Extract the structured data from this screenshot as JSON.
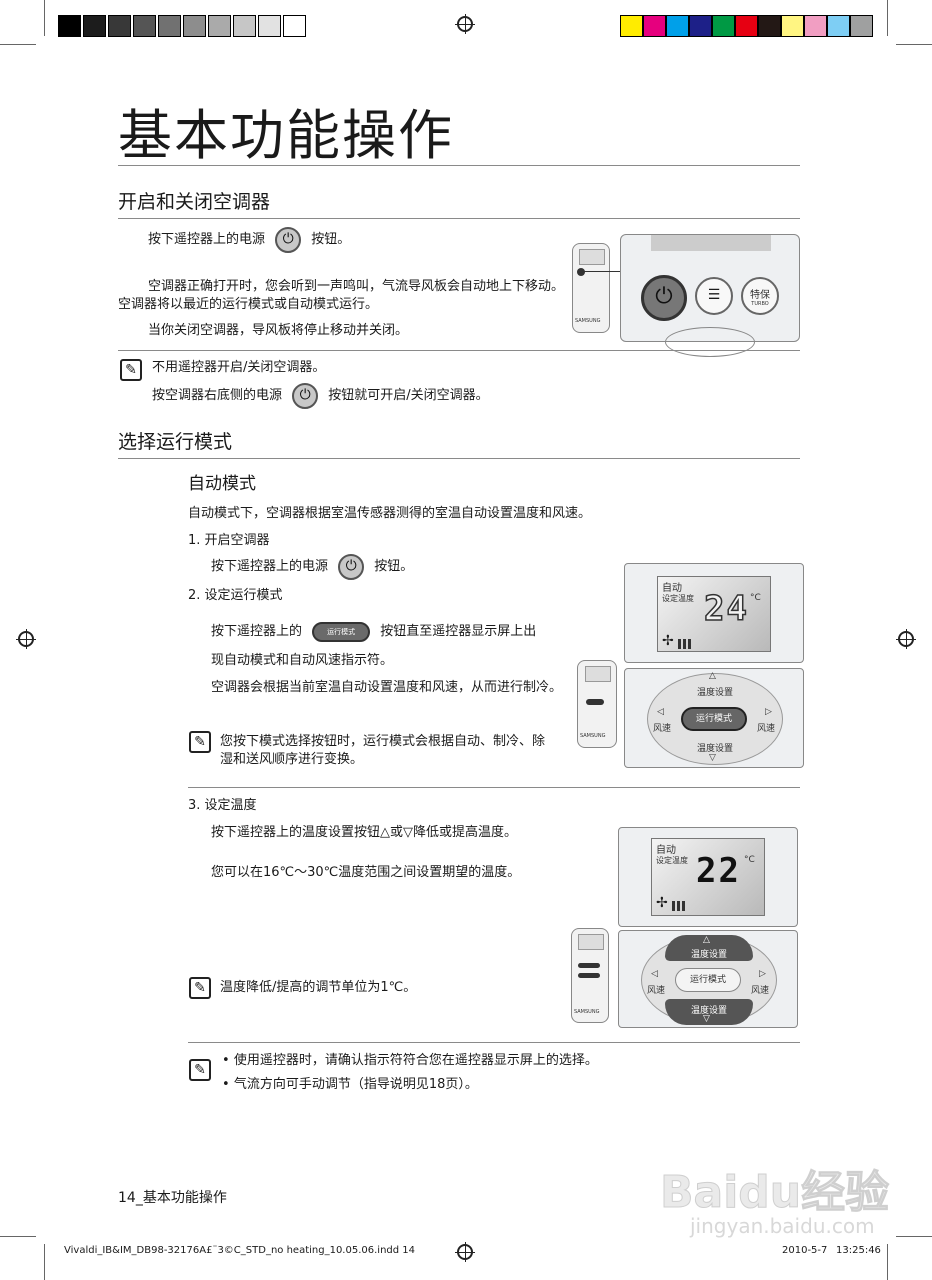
{
  "page_title": "基本功能操作",
  "section_power": {
    "heading": "开启和关闭空调器",
    "line1_before": "按下遥控器上的电源",
    "line1_after": "按钮。",
    "para1": "空调器正确打开时，您会听到一声鸣叫，气流导风板会自动地上下移动。空调器将以最近的运行模式或自动模式运行。",
    "para2": "当你关闭空调器，导风板将停止移动并关闭。",
    "note_title": "不用遥控器开启/关闭空调器。",
    "note_before": "按空调器右底侧的电源",
    "note_after": "按钮就可开启/关闭空调器。",
    "panel_turbo_top": "特保",
    "panel_turbo_bottom": "TURBO",
    "remote_brand": "SAMSUNG"
  },
  "section_mode": {
    "heading": "选择运行模式",
    "subheading": "自动模式",
    "intro": "自动模式下，空调器根据室温传感器测得的室温自动设置温度和风速。",
    "step1_title": "1.  开启空调器",
    "step1_before": "按下遥控器上的电源",
    "step1_after": "按钮。",
    "step2_title": "2.  设定运行模式",
    "step2_before": "按下遥控器上的",
    "step2_pill": "运行模式",
    "step2_after": "按钮直至遥控器显示屏上出",
    "step2_line2": "现自动模式和自动风速指示符。",
    "step2_para": "空调器会根据当前室温自动设置温度和风速，从而进行制冷。",
    "step2_note": "您按下模式选择按钮时，运行模式会根据自动、制冷、除湿和送风顺序进行变换。",
    "step3_title": "3.  设定温度",
    "step3_para1": "按下遥控器上的温度设置按钮△或▽降低或提高温度。",
    "step3_para2": "您可以在16℃～30℃温度范围之间设置期望的温度。",
    "step3_note": "温度降低/提高的调节单位为1℃。",
    "tips": [
      "使用遥控器时，请确认指示符符合您在遥控器显示屏上的选择。",
      "气流方向可手动调节（指导说明见18页）。"
    ],
    "lcd1_mode": "自动",
    "lcd1_label": "设定温度",
    "lcd1_temp": "24",
    "lcd1_unit": "°C",
    "lcd2_mode": "自动",
    "lcd2_label": "设定温度",
    "lcd2_temp": "22",
    "lcd2_unit": "°C",
    "pad_top": "温度设置",
    "pad_bottom": "温度设置",
    "pad_left": "风速",
    "pad_right": "风速",
    "pad_center": "运行模式",
    "remote_brand": "SAMSUNG"
  },
  "footer": {
    "page_label": "14_基本功能操作",
    "file_name": "Vivaldi_IB&IM_DB98-32176A£¨3©C_STD_no heating_10.05.06.indd   14",
    "date": "2010-5-7",
    "time": "13:25:46",
    "watermark_main": "Baidu经验",
    "watermark_url": "jingyan.baidu.com"
  },
  "colors": {
    "gray_bar": [
      "#000000",
      "#1c1c1c",
      "#383838",
      "#555555",
      "#717171",
      "#8d8d8d",
      "#aaaaaa",
      "#c6c6c6",
      "#e2e2e2",
      "#ffffff"
    ],
    "color_bar": [
      "#ffec00",
      "#e6007e",
      "#00a0e9",
      "#1d2088",
      "#009944",
      "#e60012",
      "#231815",
      "#fff582",
      "#f19ec2",
      "#7ecef4",
      "#9fa0a0"
    ]
  }
}
